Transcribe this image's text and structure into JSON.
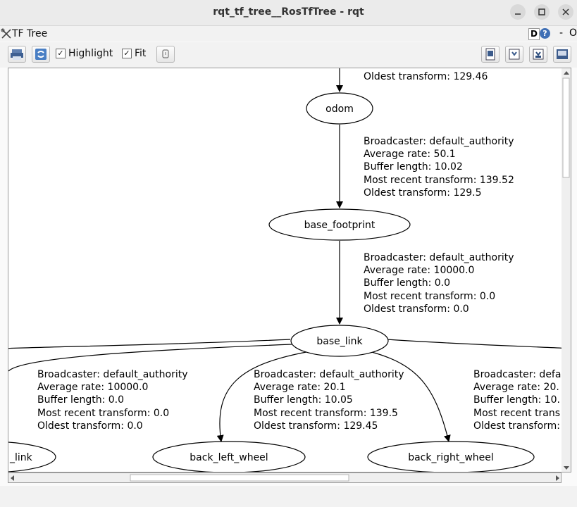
{
  "window": {
    "title": "rqt_tf_tree__RosTfTree - rqt"
  },
  "panel": {
    "title": "TF Tree",
    "right_label_d": "D",
    "right_label_q": "?",
    "right_label_dash": "-",
    "right_label_o": "O"
  },
  "toolbar": {
    "highlight_label": "Highlight",
    "fit_label": "Fit",
    "highlight_checked": true,
    "fit_checked": true
  },
  "graph": {
    "top_edge_oldest": "Oldest transform: 129.46",
    "nodes": {
      "odom": "odom",
      "base_footprint": "base_footprint",
      "base_link": "base_link",
      "link_partial": "_link",
      "back_left_wheel": "back_left_wheel",
      "back_right_wheel": "back_right_wheel"
    },
    "edge_odom_base_footprint": [
      "Broadcaster: default_authority",
      "Average rate: 50.1",
      "Buffer length: 10.02",
      "Most recent transform: 139.52",
      "Oldest transform: 129.5"
    ],
    "edge_base_footprint_base_link": [
      "Broadcaster: default_authority",
      "Average rate: 10000.0",
      "Buffer length: 0.0",
      "Most recent transform: 0.0",
      "Oldest transform: 0.0"
    ],
    "edge_base_link_link": [
      "Broadcaster: default_authority",
      "Average rate: 10000.0",
      "Buffer length: 0.0",
      "Most recent transform: 0.0",
      "Oldest transform: 0.0"
    ],
    "edge_base_link_back_left_wheel": [
      "Broadcaster: default_authority",
      "Average rate: 20.1",
      "Buffer length: 10.05",
      "Most recent transform: 139.5",
      "Oldest transform: 129.45"
    ],
    "edge_base_link_back_right_wheel": [
      "Broadcaster: defa",
      "Average rate: 20.",
      "Buffer length: 10.",
      "Most recent trans",
      "Oldest transform:"
    ]
  }
}
